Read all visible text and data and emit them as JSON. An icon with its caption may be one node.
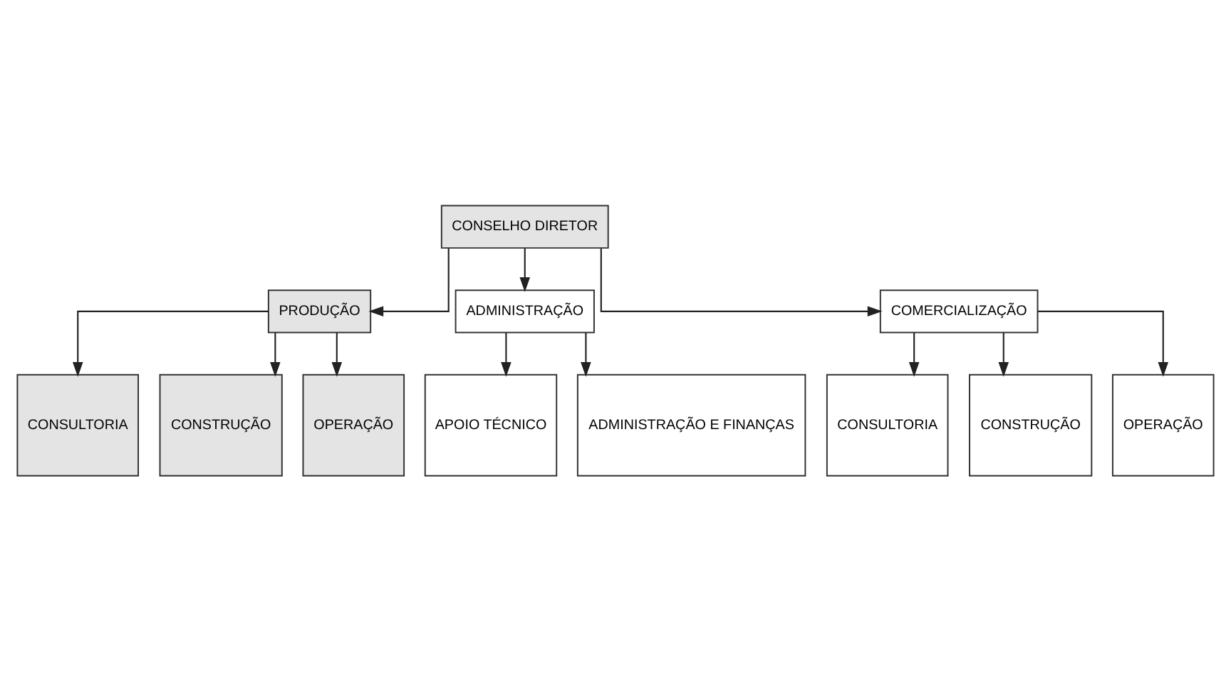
{
  "diagram": {
    "nodes": [
      {
        "text": [
          "CONSELHO DIRETOR"
        ]
      },
      {
        "text": [
          "PRODUÇÃO"
        ]
      },
      {
        "text": [
          "ADMINISTRAÇÃO"
        ]
      },
      {
        "text": [
          "COMERCIALIZAÇÃO"
        ]
      },
      {
        "text": [
          "CONSULTORIA"
        ]
      },
      {
        "text": [
          "CONSTRUÇÃO"
        ]
      },
      {
        "text": [
          "OPERAÇÃO"
        ]
      },
      {
        "text": [
          "APOIO TÉCNICO"
        ]
      },
      {
        "text": [
          "ADMINISTRAÇÃO E FINANÇAS"
        ]
      },
      {
        "text": [
          "CONSULTORIA"
        ]
      },
      {
        "text": [
          "CONSTRUÇÃO"
        ]
      },
      {
        "text": [
          "OPERAÇÃO"
        ]
      }
    ],
    "edges": [
      {
        "from": 0,
        "to": 1,
        "arrow": "to"
      },
      {
        "from": 0,
        "to": 2,
        "arrow": "to"
      },
      {
        "from": 0,
        "to": 3,
        "arrow": "to"
      },
      {
        "from": 1,
        "to": 4,
        "arrow": "to"
      },
      {
        "from": 1,
        "to": 5,
        "arrow": "to"
      },
      {
        "from": 1,
        "to": 6,
        "arrow": "to"
      },
      {
        "from": 2,
        "to": 7,
        "arrow": "to"
      },
      {
        "from": 2,
        "to": 8,
        "arrow": "to"
      },
      {
        "from": 3,
        "to": 9,
        "arrow": "to"
      },
      {
        "from": 3,
        "to": 10,
        "arrow": "to"
      },
      {
        "from": 3,
        "to": 11,
        "arrow": "to"
      }
    ]
  }
}
